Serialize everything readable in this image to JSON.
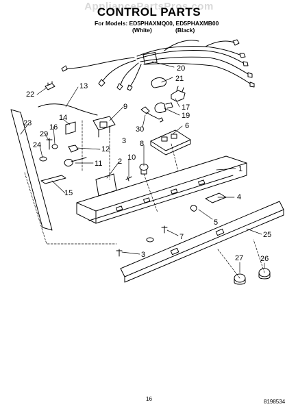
{
  "watermark": "AppliancePartsPros.com",
  "title": "CONTROL PARTS",
  "models_line": "For Models: ED5PHAXMQ00, ED5PHAXMB00",
  "variants": [
    "(White)",
    "(Black)"
  ],
  "part_labels": [
    "20",
    "21",
    "22",
    "13",
    "17",
    "19",
    "9",
    "30",
    "14",
    "6",
    "29",
    "16",
    "3",
    "12",
    "23",
    "8",
    "24",
    "10",
    "11",
    "2",
    "1",
    "4",
    "15",
    "5",
    "7",
    "25",
    "3",
    "27",
    "26"
  ],
  "page_number": "16",
  "document_number": "8198534"
}
